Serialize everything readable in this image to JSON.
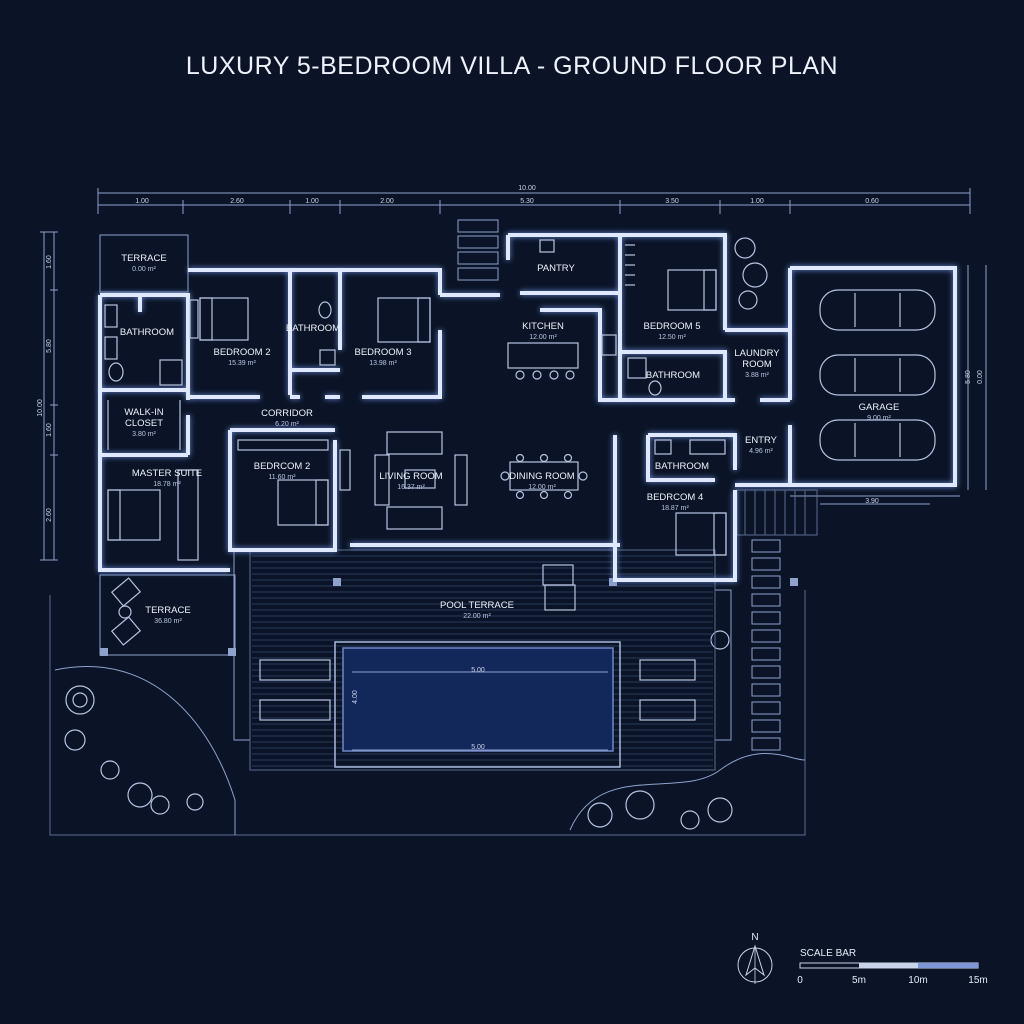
{
  "title": "LUXURY 5-BEDROOM VILLA - GROUND FLOOR PLAN",
  "dimensions": {
    "total": "10.00",
    "top": [
      "1.00",
      "2.60",
      "1.00",
      "2.00",
      "5.30",
      "3.50",
      "1.00",
      "0.60"
    ],
    "left": [
      "1.60",
      "5.80",
      "10.00",
      "1.60",
      "2.60"
    ],
    "right": [
      "5.80",
      "0.00"
    ],
    "garage_bottom": "3.90",
    "pool_width": "5.00",
    "pool_bottom": "5.00",
    "pool_depth": "4.00"
  },
  "rooms": [
    {
      "id": "terrace-top",
      "name": "TERRACE",
      "area": "0.00 m²"
    },
    {
      "id": "bathroom-master",
      "name": "BATHROOM",
      "area": ""
    },
    {
      "id": "bedroom-2-top",
      "name": "BEDROOM 2",
      "area": "15.39 m²"
    },
    {
      "id": "bathroom-shared",
      "name": "BATHROOM",
      "area": ""
    },
    {
      "id": "bedroom-3",
      "name": "BEDROOM 3",
      "area": "13.98 m²"
    },
    {
      "id": "pantry",
      "name": "PANTRY",
      "area": ""
    },
    {
      "id": "kitchen",
      "name": "KITCHEN",
      "area": "12.00 m²"
    },
    {
      "id": "bedroom-5",
      "name": "BEDROOM 5",
      "area": "12.50 m²"
    },
    {
      "id": "bathroom-5",
      "name": "BATHROOM",
      "area": ""
    },
    {
      "id": "laundry",
      "name": "LAUNDRY\nROOM",
      "area": "3.88 m²"
    },
    {
      "id": "walk-in-closet",
      "name": "WALK-IN\nCLOSET",
      "area": "3.80 m²"
    },
    {
      "id": "corridor",
      "name": "CORRIDOR",
      "area": "6.20 m²"
    },
    {
      "id": "garage",
      "name": "GARAGE",
      "area": "9.00 m²"
    },
    {
      "id": "master-suite",
      "name": "MASTER SUITE",
      "area": "18.78 m²"
    },
    {
      "id": "bedroom-2-lower",
      "name": "BEDRCOM 2",
      "area": "11.60 m²"
    },
    {
      "id": "living-room",
      "name": "LIVING ROOM",
      "area": "16.37 m²"
    },
    {
      "id": "dining-room",
      "name": "DINING ROOM",
      "area": "12.00 m²"
    },
    {
      "id": "entry",
      "name": "ENTRY",
      "area": "4.96 m²"
    },
    {
      "id": "bathroom-4",
      "name": "BATHROOM",
      "area": ""
    },
    {
      "id": "bedroom-4",
      "name": "BEDRCOM 4",
      "area": "18.87 m²"
    },
    {
      "id": "terrace-bottom",
      "name": "TERRACE",
      "area": "36.80 m²"
    },
    {
      "id": "pool-terrace",
      "name": "POOL TERRACE",
      "area": "22.00 m²"
    }
  ],
  "compass": {
    "label": "N"
  },
  "scale_bar": {
    "label": "SCALE BAR",
    "ticks": [
      "0",
      "5m",
      "10m",
      "15m"
    ]
  },
  "colors": {
    "background": "#0a1426",
    "wall": "#dfe8ff",
    "line": "#8ea2cc",
    "pool": "#13285a"
  }
}
